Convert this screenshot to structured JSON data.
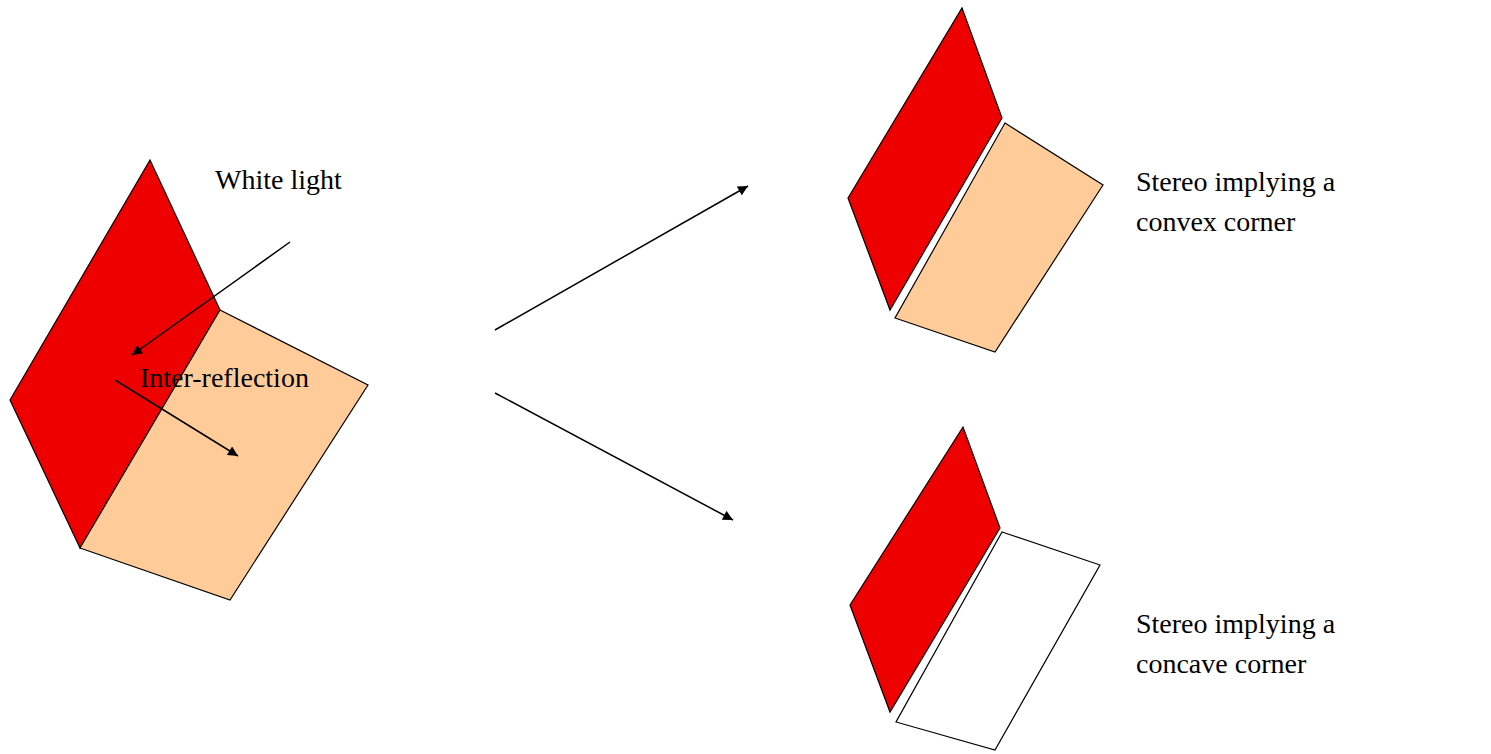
{
  "diagram": {
    "labels": [
      "White light",
      "Inter-reflection",
      "Stereo implying a convex corner",
      "Stereo implying a concave corner"
    ]
  }
}
